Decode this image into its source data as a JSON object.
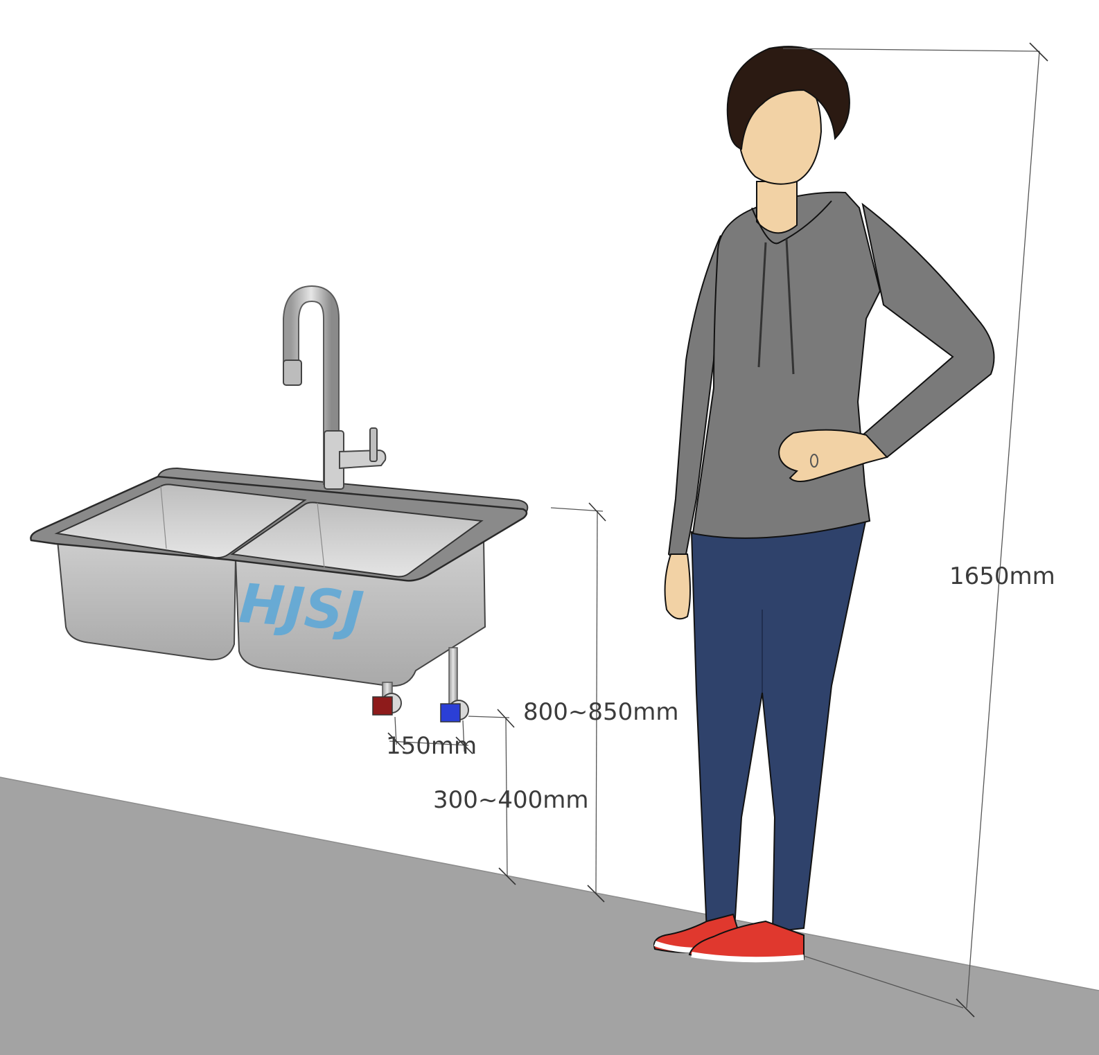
{
  "labels": {
    "height_person": "1650mm",
    "height_sink": "800~850mm",
    "height_valve": "300~400mm",
    "valve_spacing": "150mm"
  },
  "watermark": "HJSJ",
  "colors": {
    "floor": "#a3a3a3",
    "wall": "#ffffff",
    "hoodie": "#7a7a7a",
    "jeans": "#2f426b",
    "skin": "#f2d2a5",
    "hair": "#2b1a12",
    "shoes": "#e0382e",
    "steel": "#c2c2c2",
    "watermark": "#5aa7d8",
    "hot_valve": "#8e1b1b",
    "cold_valve": "#2b3fd6"
  },
  "icons": {
    "sink": "double-bowl-sink-icon",
    "faucet": "gooseneck-faucet-icon",
    "person": "standing-person-icon"
  }
}
